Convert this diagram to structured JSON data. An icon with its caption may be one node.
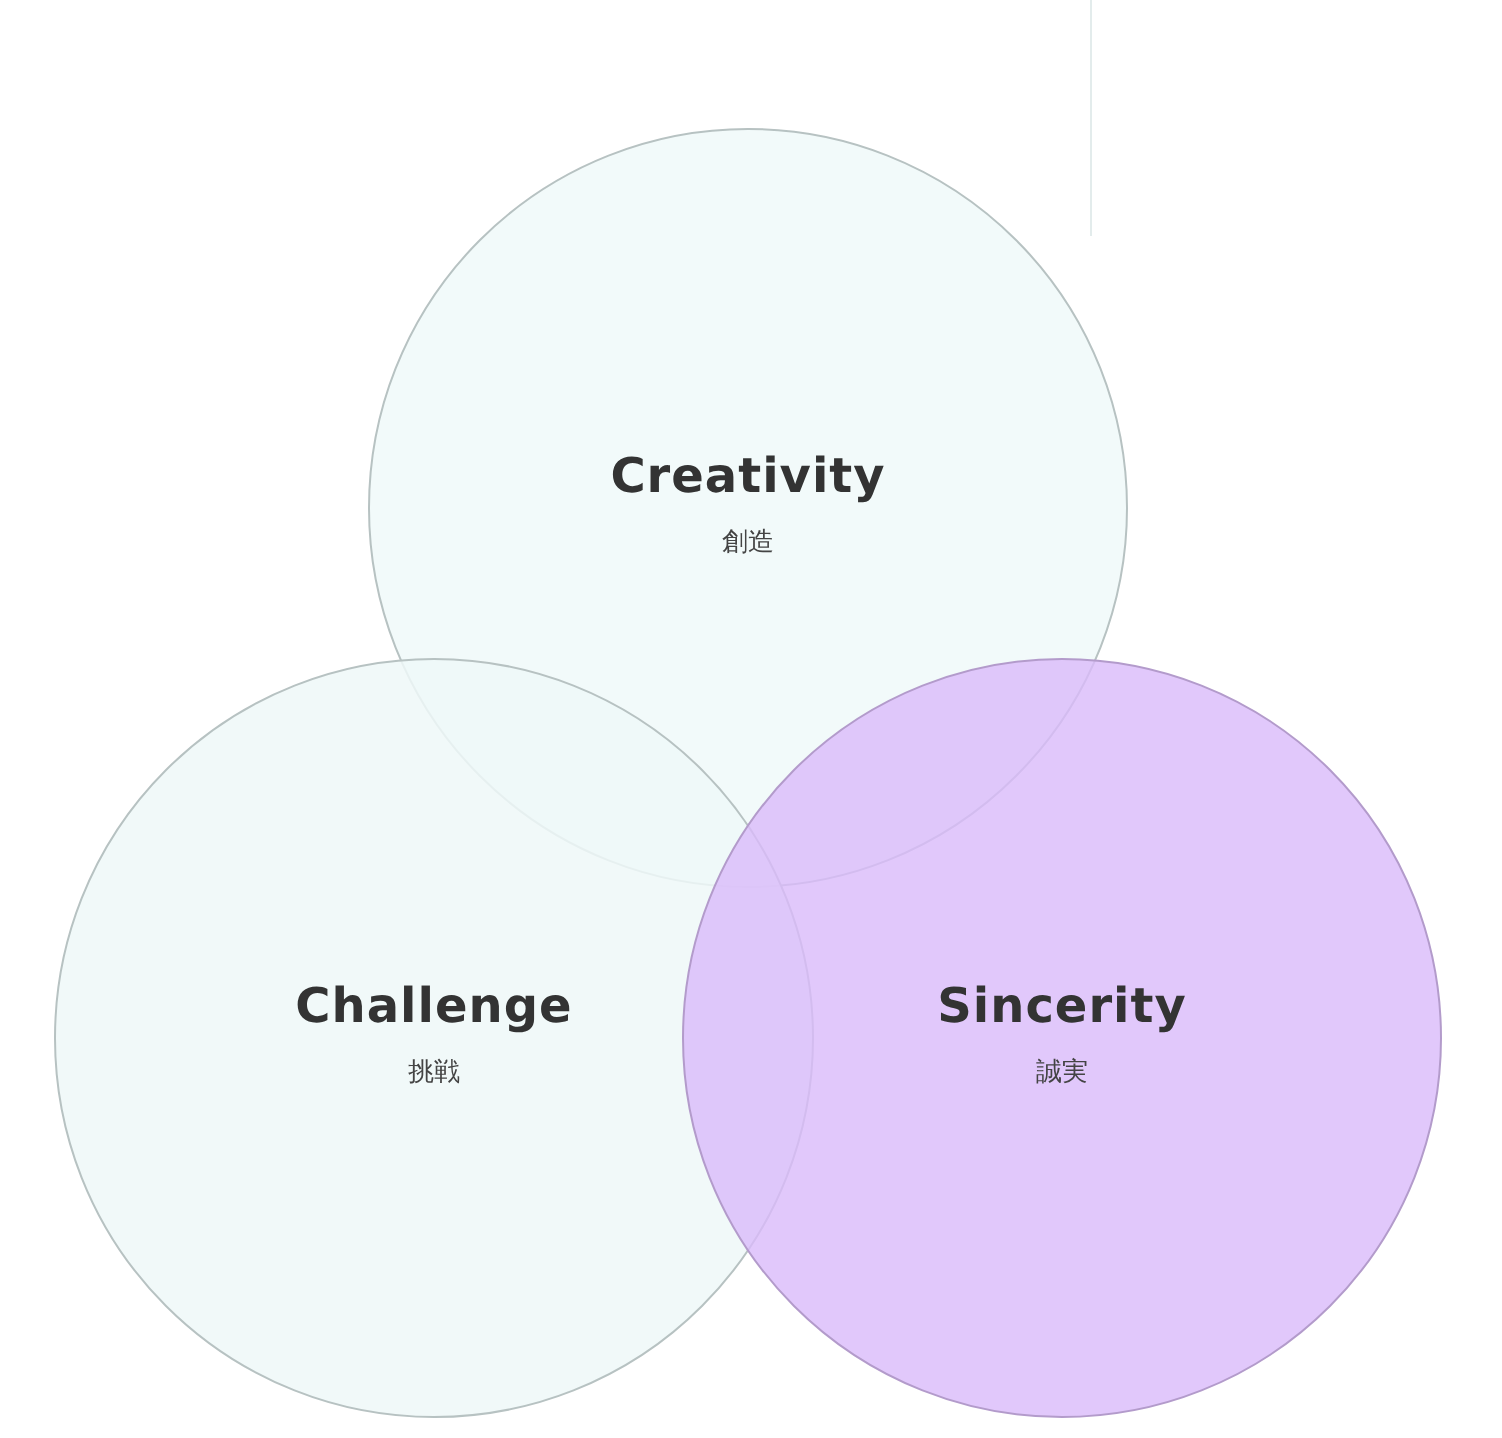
{
  "diagram": {
    "nodes": [
      {
        "text": [
          "Creativity",
          "創造"
        ]
      },
      {
        "text": [
          "Challenge",
          "挑戦"
        ]
      },
      {
        "text": [
          "Sincerity",
          "誠実"
        ]
      }
    ]
  }
}
